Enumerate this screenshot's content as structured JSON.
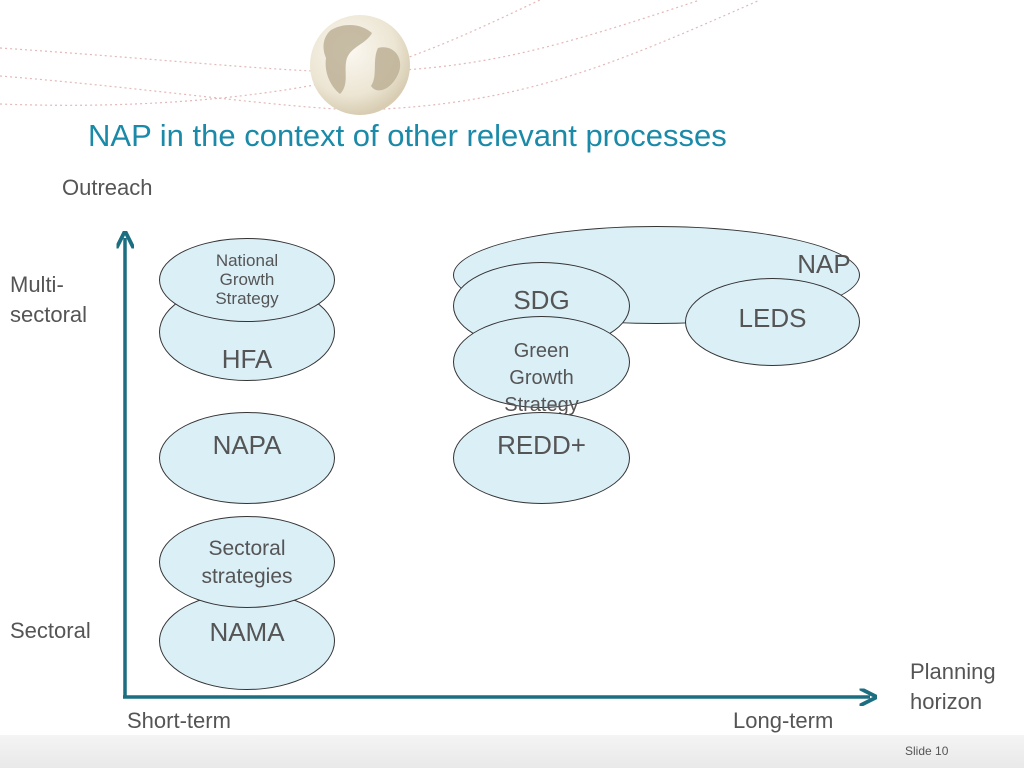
{
  "title": "NAP in the context of other relevant processes",
  "axes": {
    "y_title": "Outreach",
    "y_top": "Multi-\nsectoral",
    "y_bottom": "Sectoral",
    "x_left": "Short-term",
    "x_right": "Long-term",
    "x_title": "Planning\nhorizon"
  },
  "processes": {
    "nap": "NAP",
    "sdg": "SDG",
    "leds": "LEDS",
    "green_growth": "Green\nGrowth\nStrategy",
    "redd": "REDD+",
    "national_growth": "National\nGrowth\nStrategy",
    "hfa": "HFA",
    "napa": "NAPA",
    "sectoral_strategies": "Sectoral\nstrategies",
    "nama": "NAMA"
  },
  "footer": {
    "slide_number": "Slide 10"
  },
  "colors": {
    "title": "#1a8aa8",
    "axis": "#1c6f80",
    "bubble_fill": "#dbeff7"
  },
  "decoration": {
    "logo": "globe-icon"
  }
}
